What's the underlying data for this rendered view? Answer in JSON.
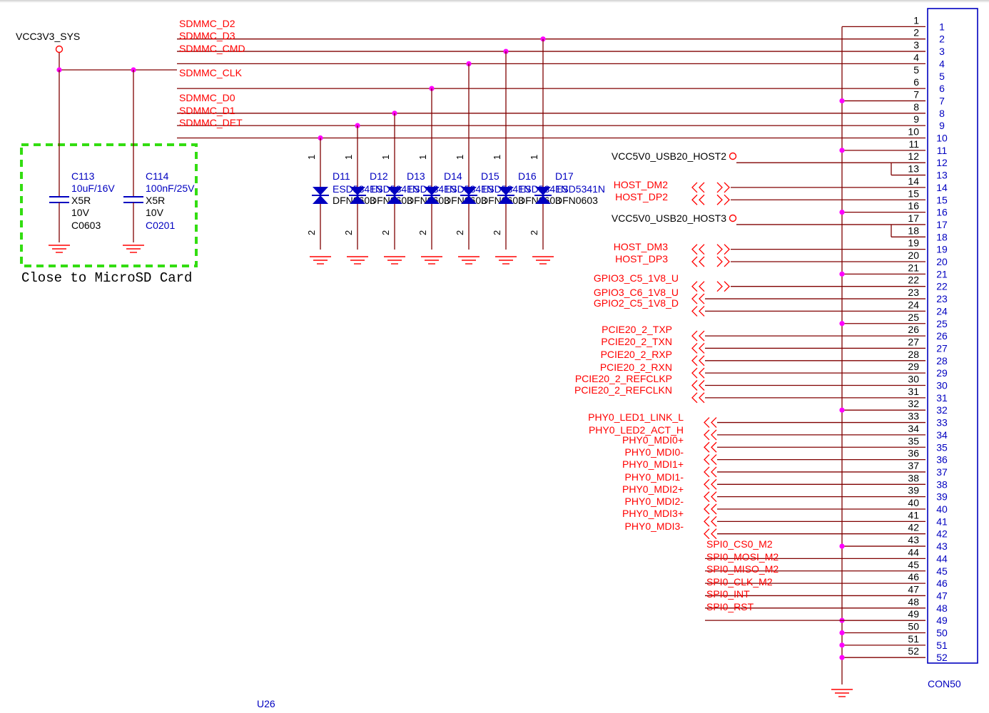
{
  "colors": {
    "wire": "#800000",
    "net_label": "#ff0000",
    "component": "#0000c0",
    "text_black": "#000000",
    "junction": "#ff00ff",
    "highlight_box": "#33dd11",
    "ground": "#ff0000"
  },
  "power": {
    "vcc3v3": "VCC3V3_SYS"
  },
  "sd_nets": [
    "SDMMC_D2",
    "SDMMC_D3",
    "SDMMC_CMD",
    "SDMMC_CLK",
    "SDMMC_D0",
    "SDMMC_D1",
    "SDMMC_DET"
  ],
  "capacitors": [
    {
      "ref": "C113",
      "value": "10uF/16V",
      "dielectric": "X5R",
      "voltage": "10V",
      "package": "C0603"
    },
    {
      "ref": "C114",
      "value": "100nF/25V",
      "dielectric": "X5R",
      "voltage": "10V",
      "package": "C0201"
    }
  ],
  "box_label": "Close to MicroSD Card",
  "diodes": {
    "refs": [
      "D11",
      "D12",
      "D13",
      "D14",
      "D15",
      "D16",
      "D17"
    ],
    "part": "ESD5341N",
    "package": "DFN0603",
    "pin1": "1",
    "pin2": "2"
  },
  "usb_power": [
    "VCC5V0_USB20_HOST2",
    "VCC5V0_USB20_HOST3"
  ],
  "usb_nets": [
    "HOST_DM2",
    "HOST_DP2",
    "HOST_DM3",
    "HOST_DP3"
  ],
  "gpio_nets": [
    "GPIO3_C5_1V8_U",
    "GPIO3_C6_1V8_U",
    "GPIO2_C5_1V8_D"
  ],
  "pcie_nets": [
    "PCIE20_2_TXP",
    "PCIE20_2_TXN",
    "PCIE20_2_RXP",
    "PCIE20_2_RXN",
    "PCIE20_2_REFCLKP",
    "PCIE20_2_REFCLKN"
  ],
  "phy_nets": [
    "PHY0_LED1_LINK_L",
    "PHY0_LED2_ACT_H",
    "PHY0_MDI0+",
    "PHY0_MDI0-",
    "PHY0_MDI1+",
    "PHY0_MDI1-",
    "PHY0_MDI2+",
    "PHY0_MDI2-",
    "PHY0_MDI3+",
    "PHY0_MDI3-"
  ],
  "spi_nets": [
    "SPI0_CS0_M2",
    "SPI0_MOSI_M2",
    "SPI0_MISO_M2",
    "SPI0_CLK_M2",
    "SPI0_INT",
    "SPI0_RST"
  ],
  "connector": {
    "name": "CON50",
    "designator": "U26",
    "pins": [
      "1",
      "2",
      "3",
      "4",
      "5",
      "6",
      "7",
      "8",
      "9",
      "10",
      "11",
      "12",
      "13",
      "14",
      "15",
      "16",
      "17",
      "18",
      "19",
      "20",
      "21",
      "22",
      "23",
      "24",
      "25",
      "26",
      "27",
      "28",
      "29",
      "30",
      "31",
      "32",
      "33",
      "34",
      "35",
      "36",
      "37",
      "38",
      "39",
      "40",
      "41",
      "42",
      "43",
      "44",
      "45",
      "46",
      "47",
      "48",
      "49",
      "50",
      "51",
      "52"
    ]
  }
}
